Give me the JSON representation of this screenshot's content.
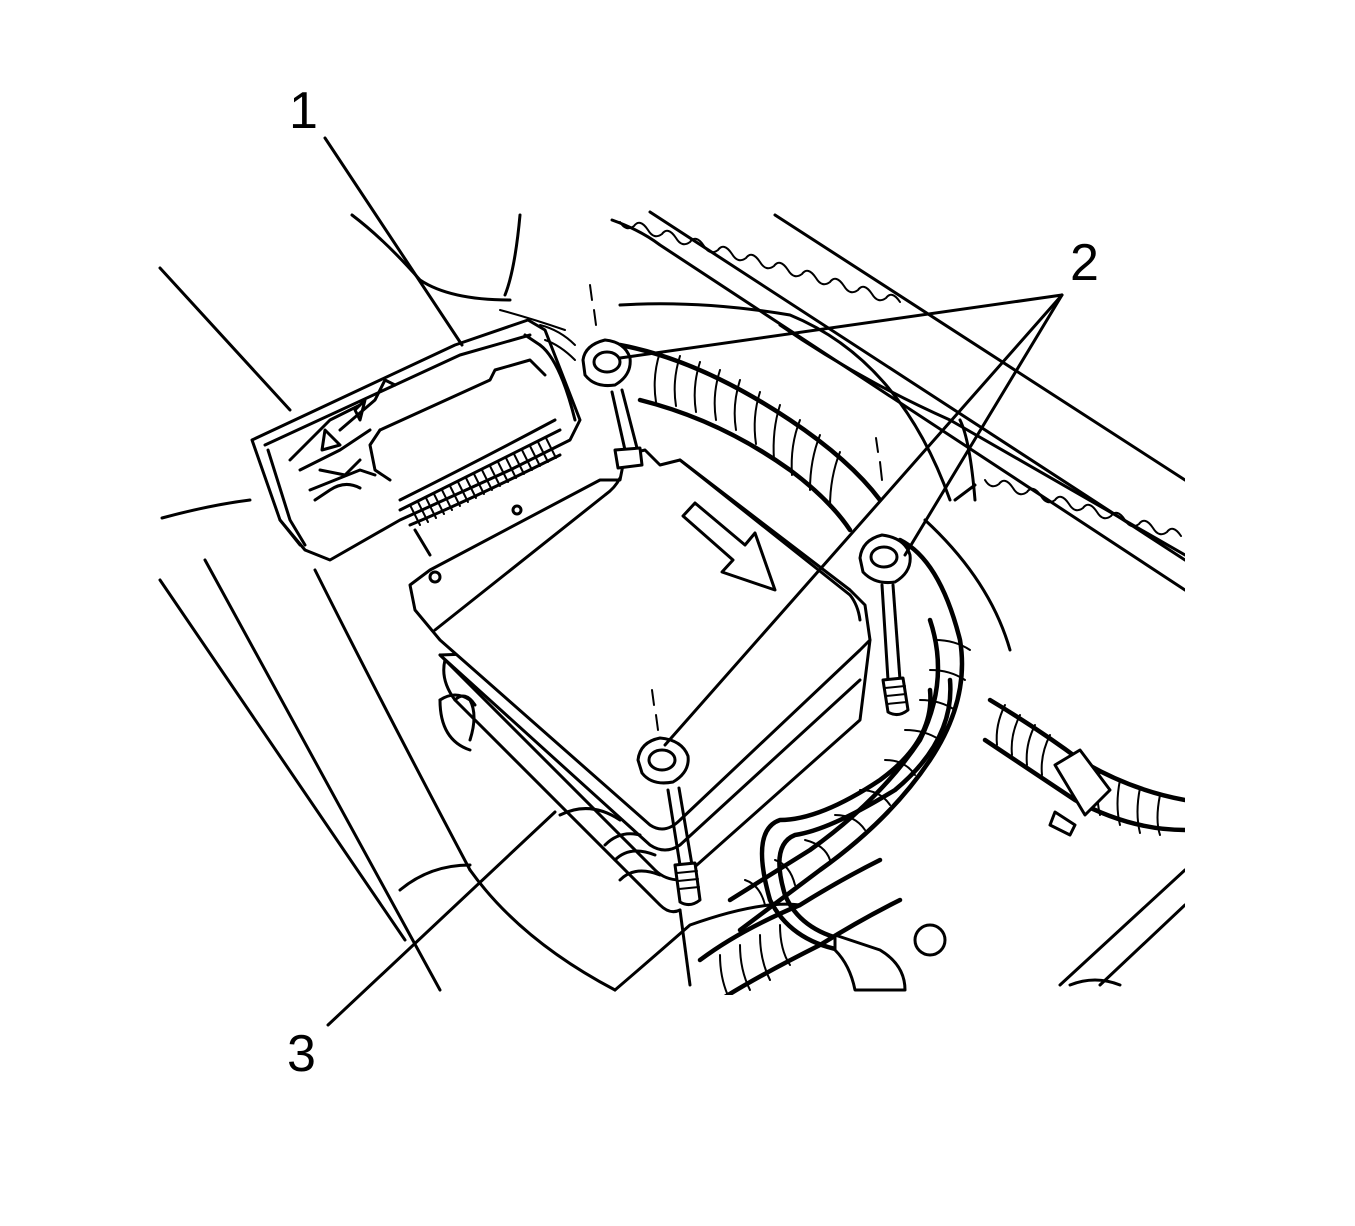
{
  "figure": {
    "callouts": [
      {
        "id": "1",
        "text": "1"
      },
      {
        "id": "2",
        "text": "2"
      },
      {
        "id": "3",
        "text": "3"
      }
    ],
    "colors": {
      "line": "#000000",
      "background": "#ffffff"
    }
  }
}
